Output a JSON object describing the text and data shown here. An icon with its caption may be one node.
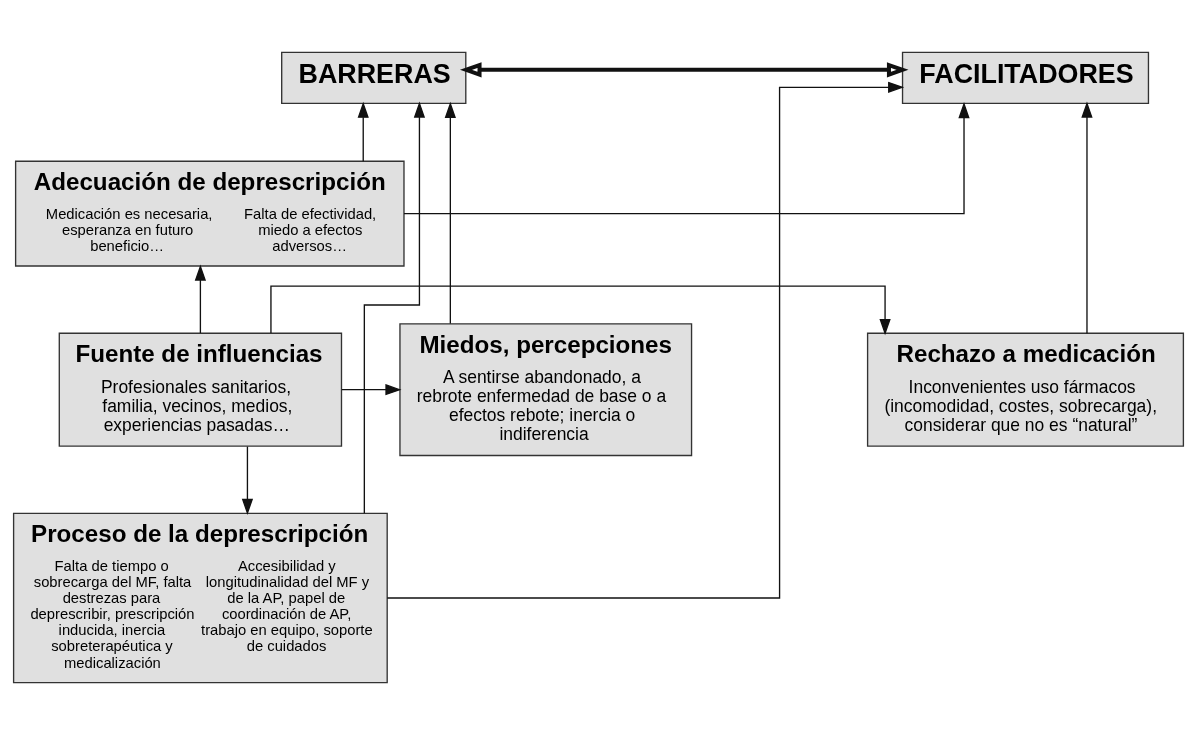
{
  "diagram": {
    "nodes": [
      {
        "text": [
          "BARRERAS"
        ]
      },
      {
        "text": [
          "FACILITADORES"
        ]
      },
      {
        "text": [
          "Adecuación de deprescripción",
          "Medicación es necesaria, esperanza en futuro beneficio…",
          "Falta de efectividad, miedo a efectos adversos…"
        ]
      },
      {
        "text": [
          "Miedos, percepciones",
          "A sentirse abandonado, a rebrote enfermedad de base o a efectos rebote; inercia o indiferencia"
        ]
      },
      {
        "text": [
          "Fuente de influencias",
          "Profesionales sanitarios, familia, vecinos, medios, experiencias pasadas…"
        ]
      },
      {
        "text": [
          "Rechazo a medicación",
          "Inconvenientes uso fármacos (incomodidad, costes, sobrecarga), considerar que no es “natural”"
        ]
      },
      {
        "text": [
          "Proceso de la deprescripción",
          "Falta de tiempo o sobrecarga del MF, falta destrezas para deprescribir, prescripción inducida, inercia sobreterapéutica y medicalización",
          "Accesibilidad y longitudinalidad del MF y de la AP, papel de coordinación de AP, trabajo en equipo, soporte de cuidados"
        ]
      }
    ],
    "edges": [
      {
        "from": 0,
        "to": 1,
        "arrow": "both",
        "style": "thick"
      },
      {
        "from": 4,
        "to": 2,
        "arrow": "to"
      },
      {
        "from": 4,
        "to": 3,
        "arrow": "to"
      },
      {
        "from": 4,
        "to": 5,
        "arrow": "to"
      },
      {
        "from": 4,
        "to": 6,
        "arrow": "to"
      },
      {
        "from": 3,
        "to": 0,
        "arrow": "to"
      },
      {
        "from": 2,
        "to": 0,
        "arrow": "to"
      },
      {
        "from": 2,
        "to": 1,
        "arrow": "to"
      },
      {
        "from": 5,
        "to": 1,
        "arrow": "to"
      },
      {
        "from": 6,
        "to": 0,
        "arrow": "to"
      },
      {
        "from": 6,
        "to": 1,
        "arrow": "to"
      }
    ]
  }
}
